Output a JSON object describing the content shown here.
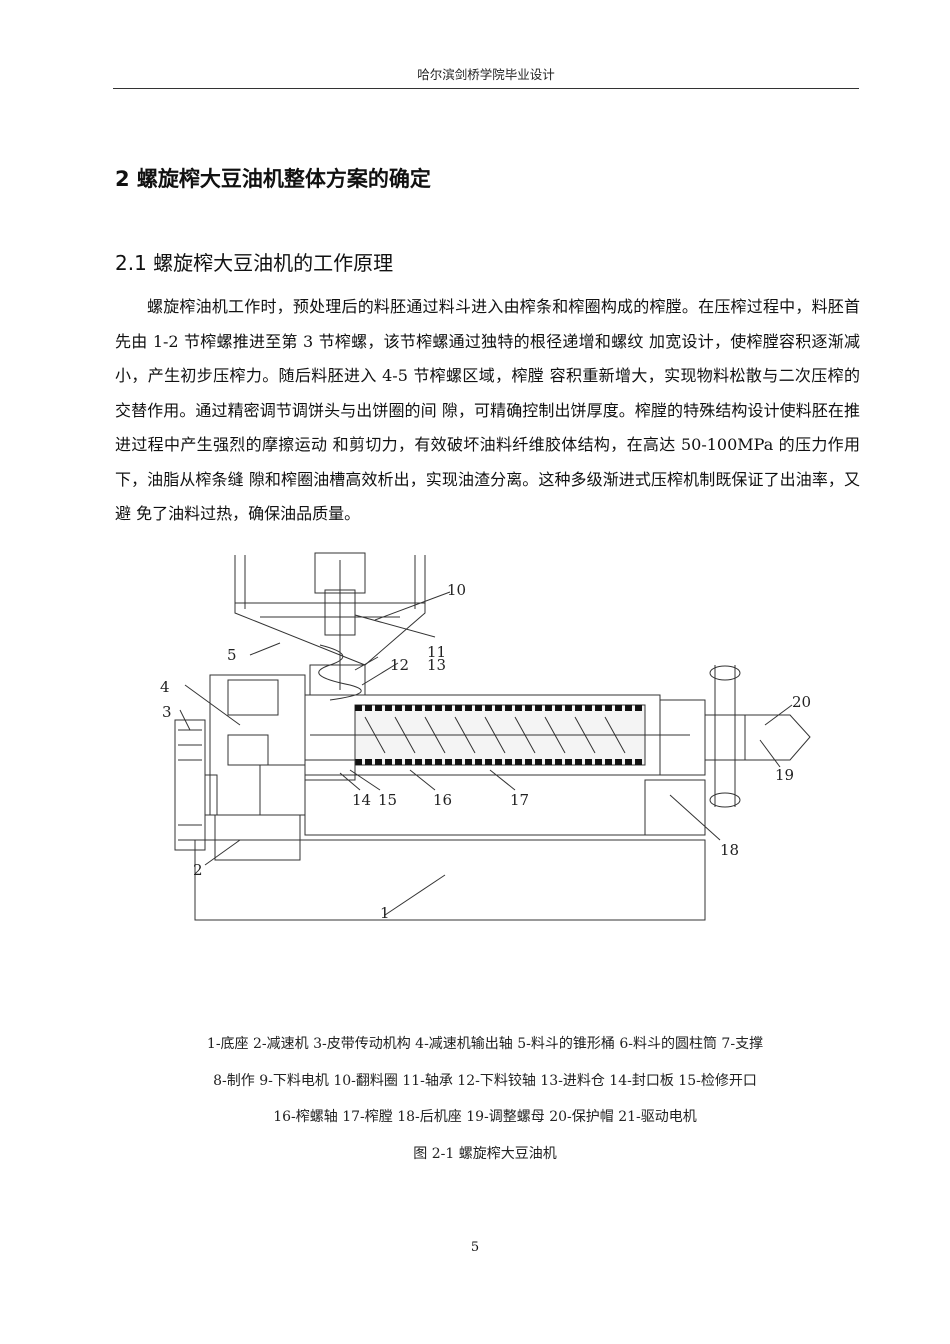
{
  "header": {
    "title": "哈尔滨剑桥学院毕业设计"
  },
  "chapter": {
    "title": "2  螺旋榨大豆油机整体方案的确定"
  },
  "section": {
    "title": "2.1 螺旋榨大豆油机的工作原理"
  },
  "paragraph": "螺旋榨油机工作时，预处理后的料胚通过料斗进入由榨条和榨圈构成的榨膛。在压榨过程中，料胚首先由 1-2 节榨螺推进至第 3 节榨螺，该节榨螺通过独特的根径递增和螺纹 加宽设计，使榨膛容积逐渐减小，产生初步压榨力。随后料胚进入 4-5 节榨螺区域，榨膛 容积重新增大，实现物料松散与二次压榨的交替作用。通过精密调节调饼头与出饼圈的间 隙，可精确控制出饼厚度。榨膛的特殊结构设计使料胚在推进过程中产生强烈的摩擦运动 和剪切力，有效破坏油料纤维胶体结构，在高达 50-100MPa 的压力作用下，油脂从榨条缝 隙和榨圈油槽高效析出，实现油渣分离。这种多级渐进式压榨机制既保证了出油率，又避 免了油料过热，确保油品质量。",
  "figure": {
    "labels": [
      "1",
      "2",
      "3",
      "4",
      "5",
      "10",
      "11",
      "12",
      "13",
      "14",
      "15",
      "16",
      "17",
      "18",
      "19",
      "20"
    ],
    "legend_lines": [
      "1-底座    2-减速机    3-皮带传动机构    4-减速机输出轴    5-料斗的锥形桶    6-料斗的圆柱筒    7-支撑",
      "8-制作    9-下料电机    10-翻料圈    11-轴承    12-下料铰轴    13-进料仓    14-封口板    15-检修开口",
      "16-榨螺轴    17-榨膛    18-后机座    19-调整螺母    20-保护帽    21-驱动电机"
    ],
    "title": "图  2-1  螺旋榨大豆油机"
  },
  "page_number": "5"
}
